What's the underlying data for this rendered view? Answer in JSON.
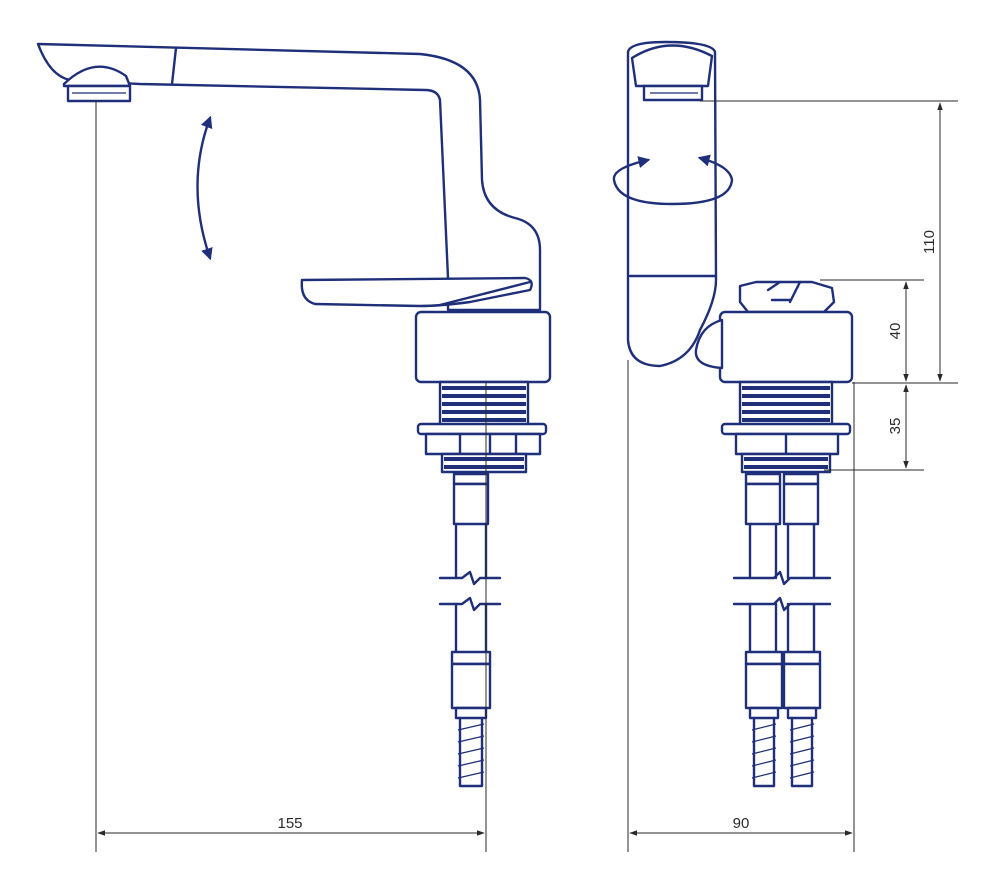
{
  "dimensions": {
    "side_width": "155",
    "front_width": "90",
    "spout_height": "110",
    "lever_height": "40",
    "base_height": "35"
  },
  "colors": {
    "line": "#1f2f7a",
    "dimension_line": "#2a2a2a",
    "background": "#ffffff"
  }
}
